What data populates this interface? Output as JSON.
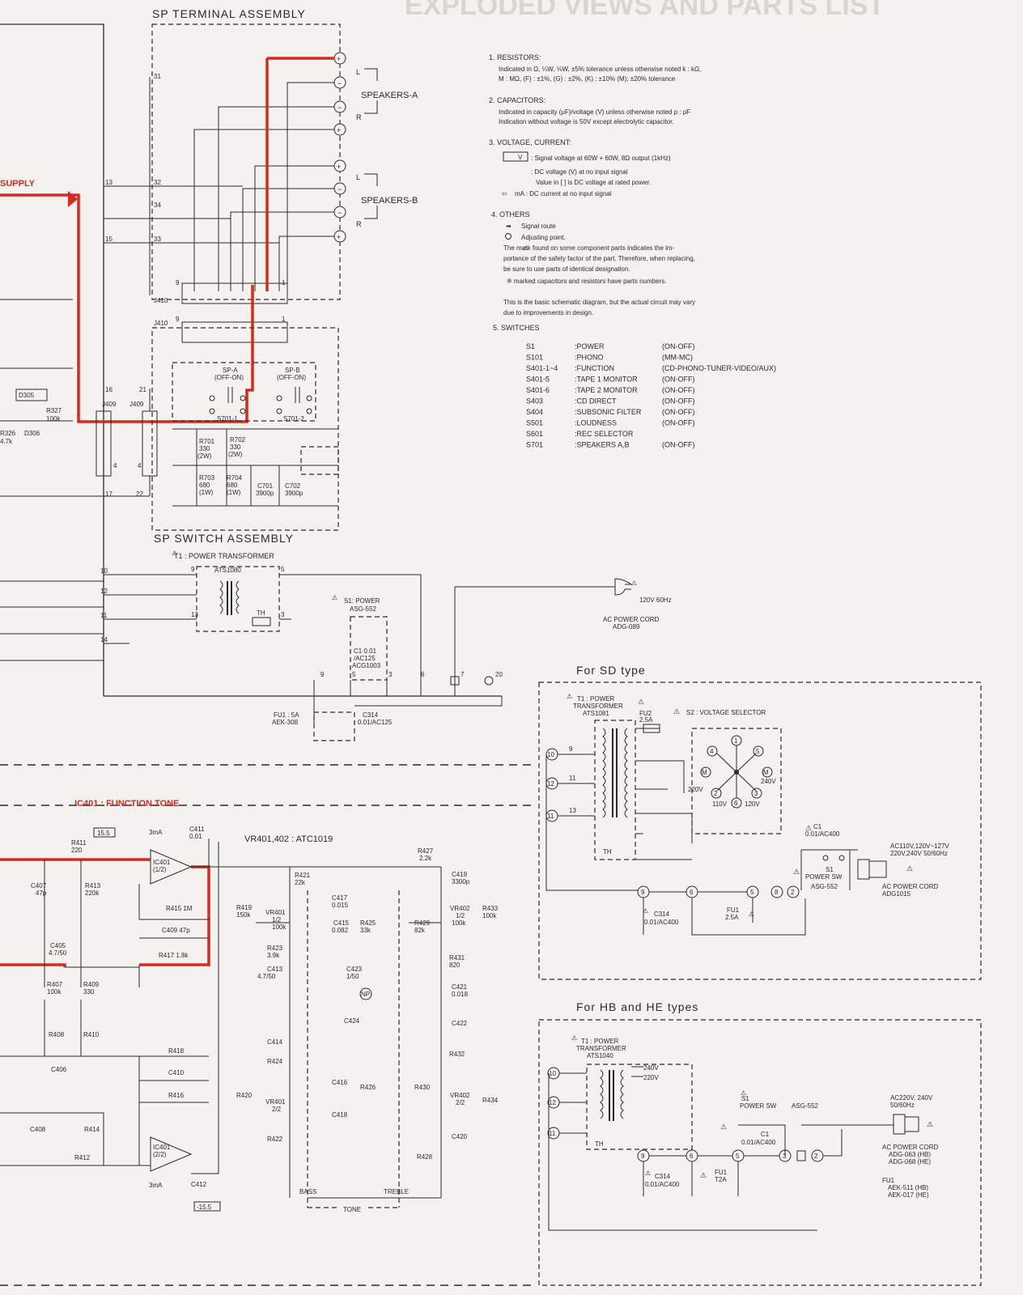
{
  "sp_terminal": {
    "title": "SP TERMINAL ASSEMBLY",
    "speakers_a": "SPEAKERS-A",
    "speakers_b": "SPEAKERS-B",
    "L": "L",
    "R": "R",
    "j410": "J410",
    "j409": "J409"
  },
  "supply_label": "SUPPLY",
  "sp_switch": {
    "title": "SP SWITCH ASSEMBLY",
    "spa": "SP-A",
    "spa_mode": "(OFF-ON)",
    "spb": "SP-B",
    "spb_mode": "(OFF-ON)",
    "s701_1": "S701-1",
    "s701_2": "S701-2",
    "r701": "R701",
    "r701_v": "330",
    "r701_w": "(2W)",
    "r702": "R702",
    "r702_v": "330",
    "r702_w": "(2W)",
    "r703": "R703",
    "r703_v": "680",
    "r703_w": "(1W)",
    "r704": "R704",
    "r704_v": "680",
    "r704_w": "(1W)",
    "c701": "C701",
    "c701_v": "3900p",
    "c702": "C702",
    "c702_v": "3900p"
  },
  "left_parts": {
    "d305": "D305",
    "r327": "R327",
    "r327_v": "100k",
    "r326": "R326",
    "r326_v": "4.7k",
    "d306": "D306"
  },
  "notes": {
    "n1_title": "1. RESISTORS:",
    "n1_l1": "Indicated in Ω, ¼W, ⅛W, ±5% tolerance unless otherwise noted k : kΩ,",
    "n1_l2": "M : MΩ, (F) : ±1%, (G) : ±2%, (K) : ±10%  (M); ±20%  tolerance",
    "n2_title": "2. CAPACITORS:",
    "n2_l1": "Indicated in capacity (μF)/voltage (V) unless otherwise noted p : pF",
    "n2_l2": "Indication  without  voltage  is  50V  except  electrolytic  capacitor.",
    "n3_title": "3. VOLTAGE, CURRENT:",
    "n3_l1": ": Signal voltage at 60W + 60W, 8Ω output (1kHz)",
    "n3_l2": ": DC voltage (V) at no input signal",
    "n3_l3": "Value in [      ] is DC voltage at rated power.",
    "n3_l4": "mA : DC current at no input signal",
    "n4_title": "4. OTHERS",
    "n4_l1": "Signal route",
    "n4_l2": "Adjusting point.",
    "n4_l3": "The      mark found on some component parts indicates the im-",
    "n4_l4": "portance of the safety factor of the part. Therefore, when replacing,",
    "n4_l5": "be sure to use parts of identical designation.",
    "n4_l6": "※  marked capacitors and resistors have parts numbers.",
    "n4_l7": "This is the basic schematic diagram, but the actual circuit may vary",
    "n4_l8": "due to improvements in design.",
    "n5_title": "5. SWITCHES"
  },
  "switches": [
    {
      "id": "S1",
      "name": ":POWER",
      "mode": "(ON-OFF)"
    },
    {
      "id": "S101",
      "name": ":PHONO",
      "mode": "(MM-MC)"
    },
    {
      "id": "S401-1~4",
      "name": ":FUNCTION",
      "mode": "(CD-PHONO-TUNER-VIDEO/AUX)"
    },
    {
      "id": "S401-5",
      "name": ":TAPE 1 MONITOR",
      "mode": "(ON-OFF)"
    },
    {
      "id": "S401-6",
      "name": ":TAPE 2 MONITOR",
      "mode": "(ON-OFF)"
    },
    {
      "id": "S403",
      "name": ":CD DIRECT",
      "mode": "(ON-OFF)"
    },
    {
      "id": "S404",
      "name": ":SUBSONIC FILTER",
      "mode": "(ON-OFF)"
    },
    {
      "id": "S501",
      "name": ":LOUDNESS",
      "mode": "(ON-OFF)"
    },
    {
      "id": "S601",
      "name": ":REC SELECTOR",
      "mode": ""
    },
    {
      "id": "S701",
      "name": ":SPEAKERS A,B",
      "mode": "(ON-OFF)"
    }
  ],
  "power": {
    "t1": "T1 : POWER TRANSFORMER",
    "t1_part": "ATS1080",
    "th": "TH",
    "s1": "S1: POWER",
    "s1_part": "ASG-552",
    "c1": "C1  0.01",
    "c1_v": "/AC125",
    "c1_part": "ACG1003",
    "plug": "120V 60Hz",
    "cord": "AC POWER CORD",
    "cord_part": "ADG-089",
    "fu1": "FU1 : 5A",
    "fu1_part": "AEK-308",
    "c314": "C314",
    "c314_v": "0.01/AC125"
  },
  "sd_type": {
    "title": "For  SD type",
    "t1": "T1 : POWER",
    "t1b": "TRANSFORMER",
    "t1_part": "ATS1081",
    "fu2": "FU2",
    "fu2_v": "2.5A",
    "s2": "S2 : VOLTAGE SELECTOR",
    "v240": "240V",
    "v220": "220V",
    "v110": "110V",
    "v120": "120V",
    "c1": "C1",
    "c1_v": "0.01/AC400",
    "plug": "AC110V,120V~127V",
    "plug2": "220V,240V  50/60Hz",
    "s1": "S1",
    "s1b": "POWER SW",
    "s1_part": "ASG-552",
    "cord": "AC POWER CORD",
    "cord_part": "ADG1015",
    "c314": "C314",
    "c314_v": "0.01/AC400",
    "fu1": "FU1",
    "fu1_v": "2.5A",
    "th": "TH"
  },
  "hb_type": {
    "title": "For HB and HE  types",
    "t1": "T1 : POWER",
    "t1b": "TRANSFORMER",
    "t1_part": "ATS1040",
    "v240": "240V",
    "v220": "220V",
    "s1": "S1",
    "s1b": "POWER SW",
    "s1_part": "ASG-552",
    "c1": "C1",
    "c1_v": "0.01/AC400",
    "plug": "AC220V, 240V",
    "plug2": "50/60Hz",
    "cord": "AC POWER CORD",
    "cord1": "ADG-063 (HB)",
    "cord2": "ADG-068 (HE)",
    "c314": "C314",
    "c314_v": "0.01/AC400",
    "fu1": "FU1",
    "fu1_v": "T2A",
    "fu1b": "FU1",
    "fu1b_1": "AEK-511 (HB)",
    "fu1b_2": "AEK-017 (HE)",
    "th": "TH"
  },
  "tone": {
    "ic_title": "IC401 : FUNCTION TONE",
    "vr": "VR401,402   :   ATC1019",
    "ic401_1": "IC401",
    "ic401_1b": "(1/2)",
    "ic401_2": "IC401",
    "ic401_2b": "(2/2)",
    "v_pos": "15.5",
    "v_neg": "-15.5",
    "ma": "3mA",
    "r411": "R411",
    "r411_v": "220",
    "c411": "C411",
    "c411_v": "0.01",
    "c407": "C407",
    "c407_v": "47p",
    "r413": "R413",
    "r413_v": "220k",
    "r415": "R415  1M",
    "c409": "C409  47p",
    "c405": "C405",
    "c405_v": "4.7/50",
    "r417": "R417  1.8k",
    "r407": "R407",
    "r407_v": "100k",
    "r409": "R409",
    "r409_v": "330",
    "r408": "R408",
    "r410": "R410",
    "c406": "C406",
    "r418": "R418",
    "c410": "C410",
    "r416": "R416",
    "c408": "C408",
    "r414": "R414",
    "r412": "R412",
    "c412": "C412",
    "r421": "R421",
    "r421_v": "22k",
    "r419": "R419",
    "r419_v": "150k",
    "vr401": "VR401",
    "vr401_h": "1/2",
    "vr401_v": "100k",
    "c417": "C417",
    "c417_v": "0.015",
    "c415": "C415",
    "c415_v": "0.082",
    "r425": "R425",
    "r425_v": "33k",
    "r423": "R423",
    "r423_v": "3.9k",
    "c413": "C413",
    "c413_v": "4.7/50",
    "c423": "C423",
    "c423_v": "1/50",
    "np": "NP",
    "r427": "R427",
    "r427_v": "2.2k",
    "c419": "C419",
    "c419_v": "3300p",
    "r429": "R429",
    "r429_v": "82k",
    "vr402": "VR402",
    "vr402_h": "1/2",
    "vr402_v": "100k",
    "r433": "R433",
    "r433_v": "100k",
    "r431": "R431",
    "r431_v": "820",
    "c421": "C421",
    "c421_v": "0.018",
    "c422": "C422",
    "c424": "C424",
    "c414": "C414",
    "r424": "R424",
    "r432": "R432",
    "c416": "C416",
    "r426": "R426",
    "r430": "R430",
    "r420": "R420",
    "vr401b": "VR401",
    "vr401b_h": "2/2",
    "c418": "C418",
    "vr402b": "VR402",
    "vr402b_h": "2/2",
    "r434": "R434",
    "r422": "R422",
    "c420": "C420",
    "r428": "R428",
    "bass": "BASS",
    "treble": "TREBLE",
    "tone_lbl": "TONE"
  }
}
